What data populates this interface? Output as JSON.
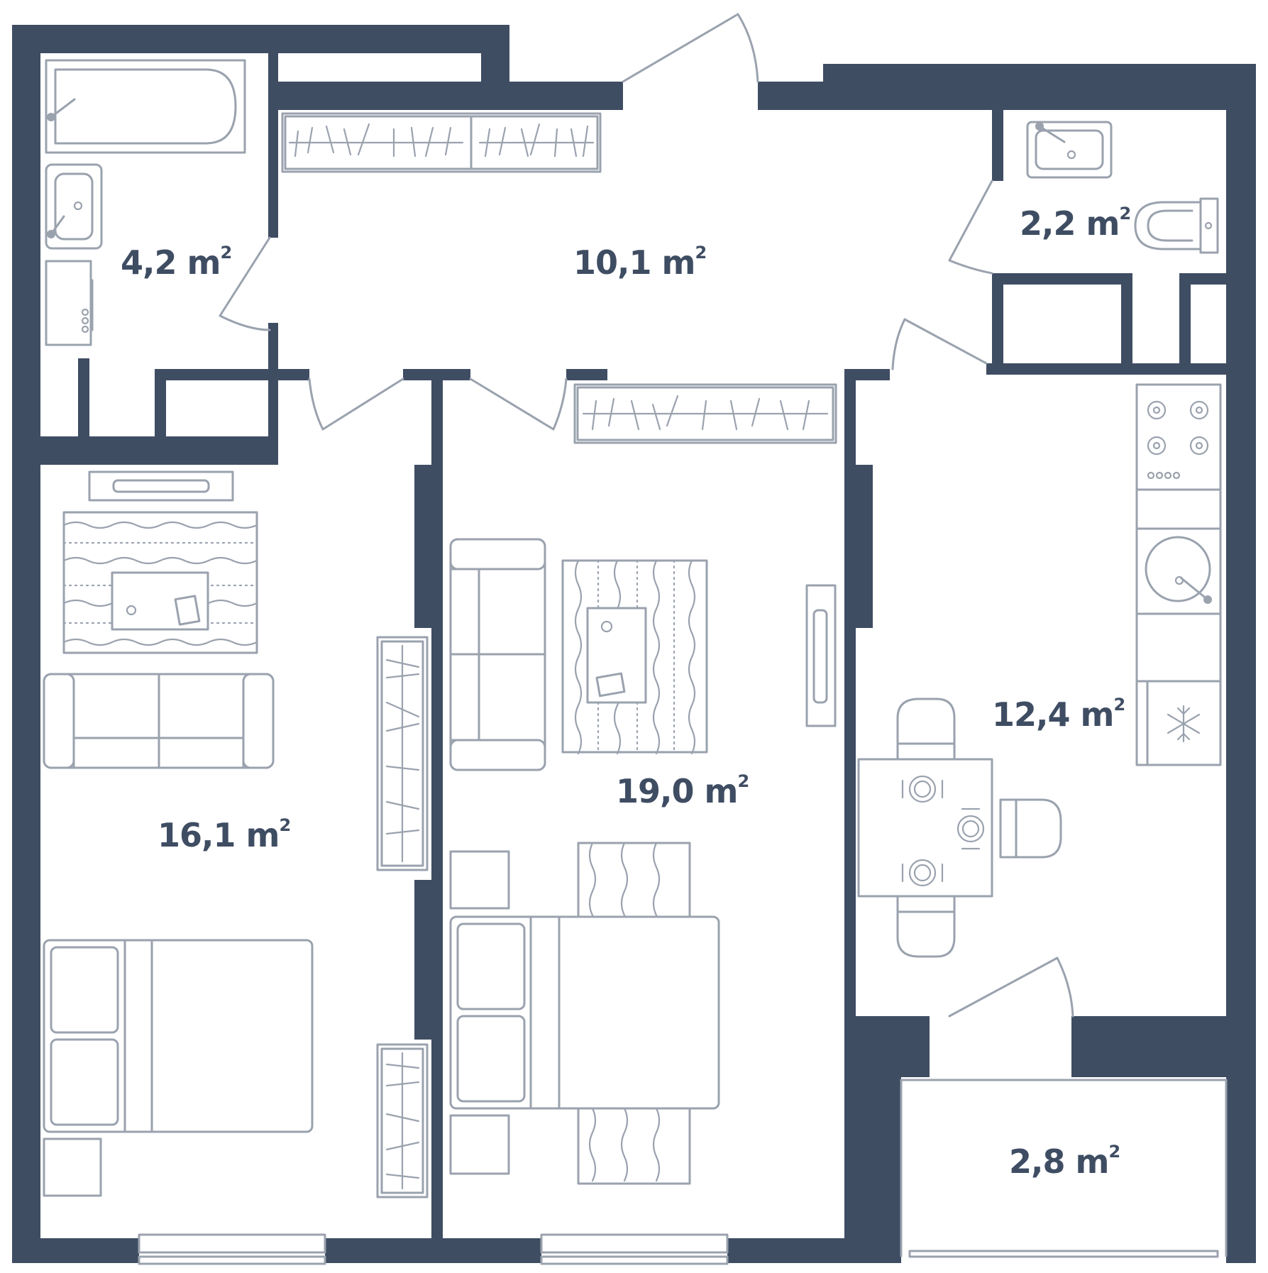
{
  "colors": {
    "wall": "#3f4d63",
    "furniture": "#9aa2ae",
    "label": "#3f4d63",
    "background": "#ffffff"
  },
  "rooms": [
    {
      "id": "bathroom",
      "value": "4,2",
      "unit": "m",
      "sup": "2"
    },
    {
      "id": "hallway",
      "value": "10,1",
      "unit": "m",
      "sup": "2"
    },
    {
      "id": "toilet",
      "value": "2,2",
      "unit": "m",
      "sup": "2"
    },
    {
      "id": "bedroom-left",
      "value": "16,1",
      "unit": "m",
      "sup": "2"
    },
    {
      "id": "living-room",
      "value": "19,0",
      "unit": "m",
      "sup": "2"
    },
    {
      "id": "kitchen",
      "value": "12,4",
      "unit": "m",
      "sup": "2"
    },
    {
      "id": "balcony",
      "value": "2,8",
      "unit": "m",
      "sup": "2"
    }
  ],
  "icons": [
    "bathtub-icon",
    "sink-icon",
    "toilet-icon",
    "washing-machine-icon",
    "wardrobe-icon",
    "sofa-icon",
    "bed-icon",
    "rug-icon",
    "tv-icon",
    "stove-icon",
    "kitchen-sink-icon",
    "fridge-icon",
    "dining-table-icon",
    "chair-icon",
    "door-icon",
    "window-icon"
  ]
}
